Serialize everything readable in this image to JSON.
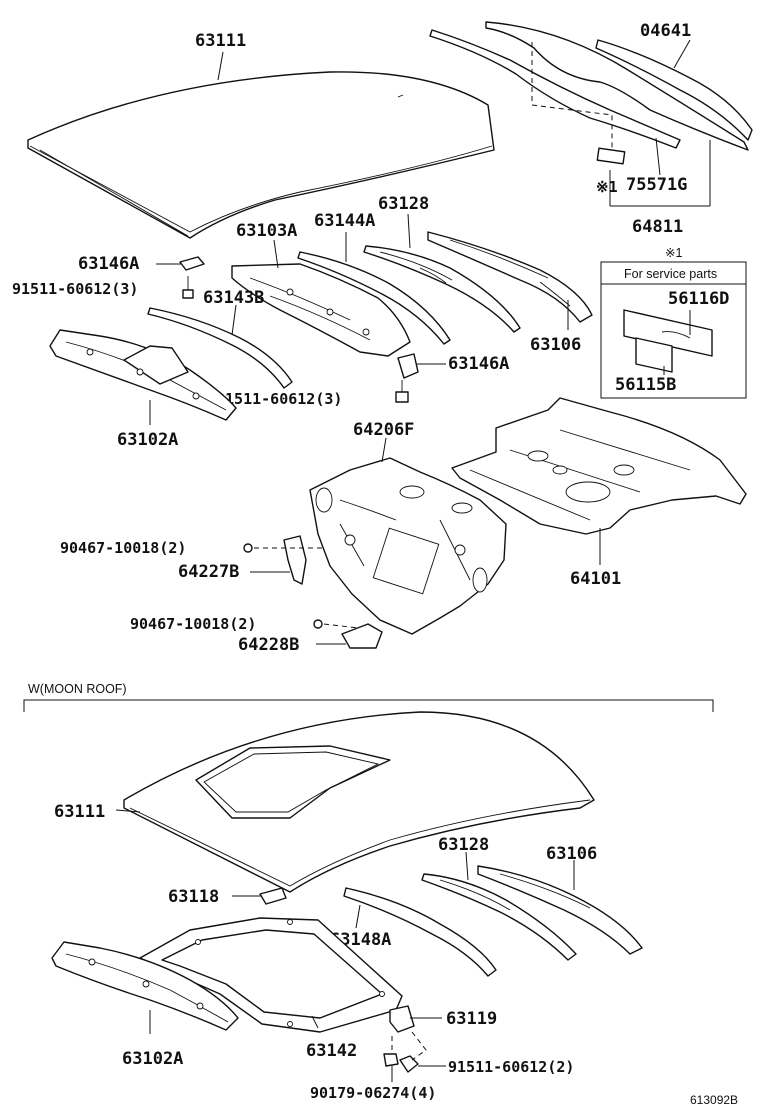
{
  "upper_labels": {
    "p63111": "63111",
    "p04641": "04641",
    "p75571G": "75571G",
    "p64811": "64811",
    "ref_mark": "※1",
    "p63128": "63128",
    "p63144A": "63144A",
    "p63103A": "63103A",
    "p63146A_top": "63146A",
    "p91511_top": "91511-60612(3)",
    "p63143B": "63143B",
    "p63106": "63106",
    "p63146A_mid": "63146A",
    "p91511_mid": "91511-60612(3)",
    "p63102A": "63102A",
    "p64206F": "64206F",
    "p64101": "64101",
    "p90467_a": "90467-10018(2)",
    "p64227B": "64227B",
    "p90467_b": "90467-10018(2)",
    "p64228B": "64228B"
  },
  "service_box": {
    "ref": "※1",
    "title": "For service parts",
    "p56116D": "56116D",
    "p56115B": "56115B"
  },
  "moon_roof": {
    "title": "W(MOON ROOF)",
    "p63111": "63111",
    "p63128": "63128",
    "p63106": "63106",
    "p63118": "63118",
    "p63148A": "63148A",
    "p63119": "63119",
    "p63102A": "63102A",
    "p63142": "63142",
    "p91511": "91511-60612(2)",
    "p90179": "90179-06274(4)"
  },
  "figure_id": "613092B"
}
